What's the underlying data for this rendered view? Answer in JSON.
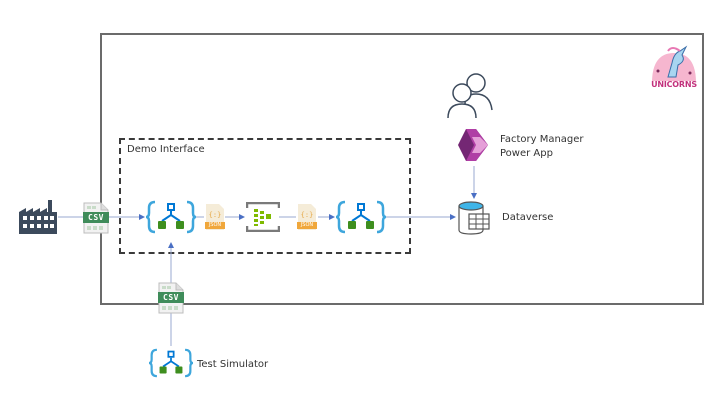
{
  "diagram": {
    "boundary_label": "Demo Interface",
    "nodes": {
      "factory": {
        "label": "",
        "icon": "factory-icon"
      },
      "csv_input": {
        "label": "CSV",
        "icon": "csv-file-icon"
      },
      "logic_app_1": {
        "label": "",
        "icon": "logic-app-icon"
      },
      "json_1": {
        "label": "JSON",
        "icon": "json-file-icon"
      },
      "event_hub": {
        "label": "",
        "icon": "event-hub-icon"
      },
      "json_2": {
        "label": "JSON",
        "icon": "json-file-icon"
      },
      "logic_app_2": {
        "label": "",
        "icon": "logic-app-icon"
      },
      "dataverse": {
        "label": "Dataverse",
        "icon": "dataverse-icon"
      },
      "power_app": {
        "label_line1": "Factory Manager",
        "label_line2": "Power App",
        "icon": "power-apps-icon"
      },
      "users": {
        "label": "",
        "icon": "users-icon"
      },
      "csv_test": {
        "label": "CSV",
        "icon": "csv-file-icon"
      },
      "test_simulator": {
        "label": "Test Simulator",
        "icon": "logic-app-icon"
      },
      "logo": {
        "label": "UNICORNS",
        "icon": "unicorns-logo-icon"
      }
    },
    "colors": {
      "arrow": "#4a6fc4",
      "line": "#9aaad0",
      "logic_blue": "#0078d4",
      "logic_green": "#3e8e1f",
      "csv_green": "#3f8c5a",
      "json_orange": "#f0a73b",
      "event_green": "#7fba00",
      "power_purple": "#a33a8f"
    }
  }
}
